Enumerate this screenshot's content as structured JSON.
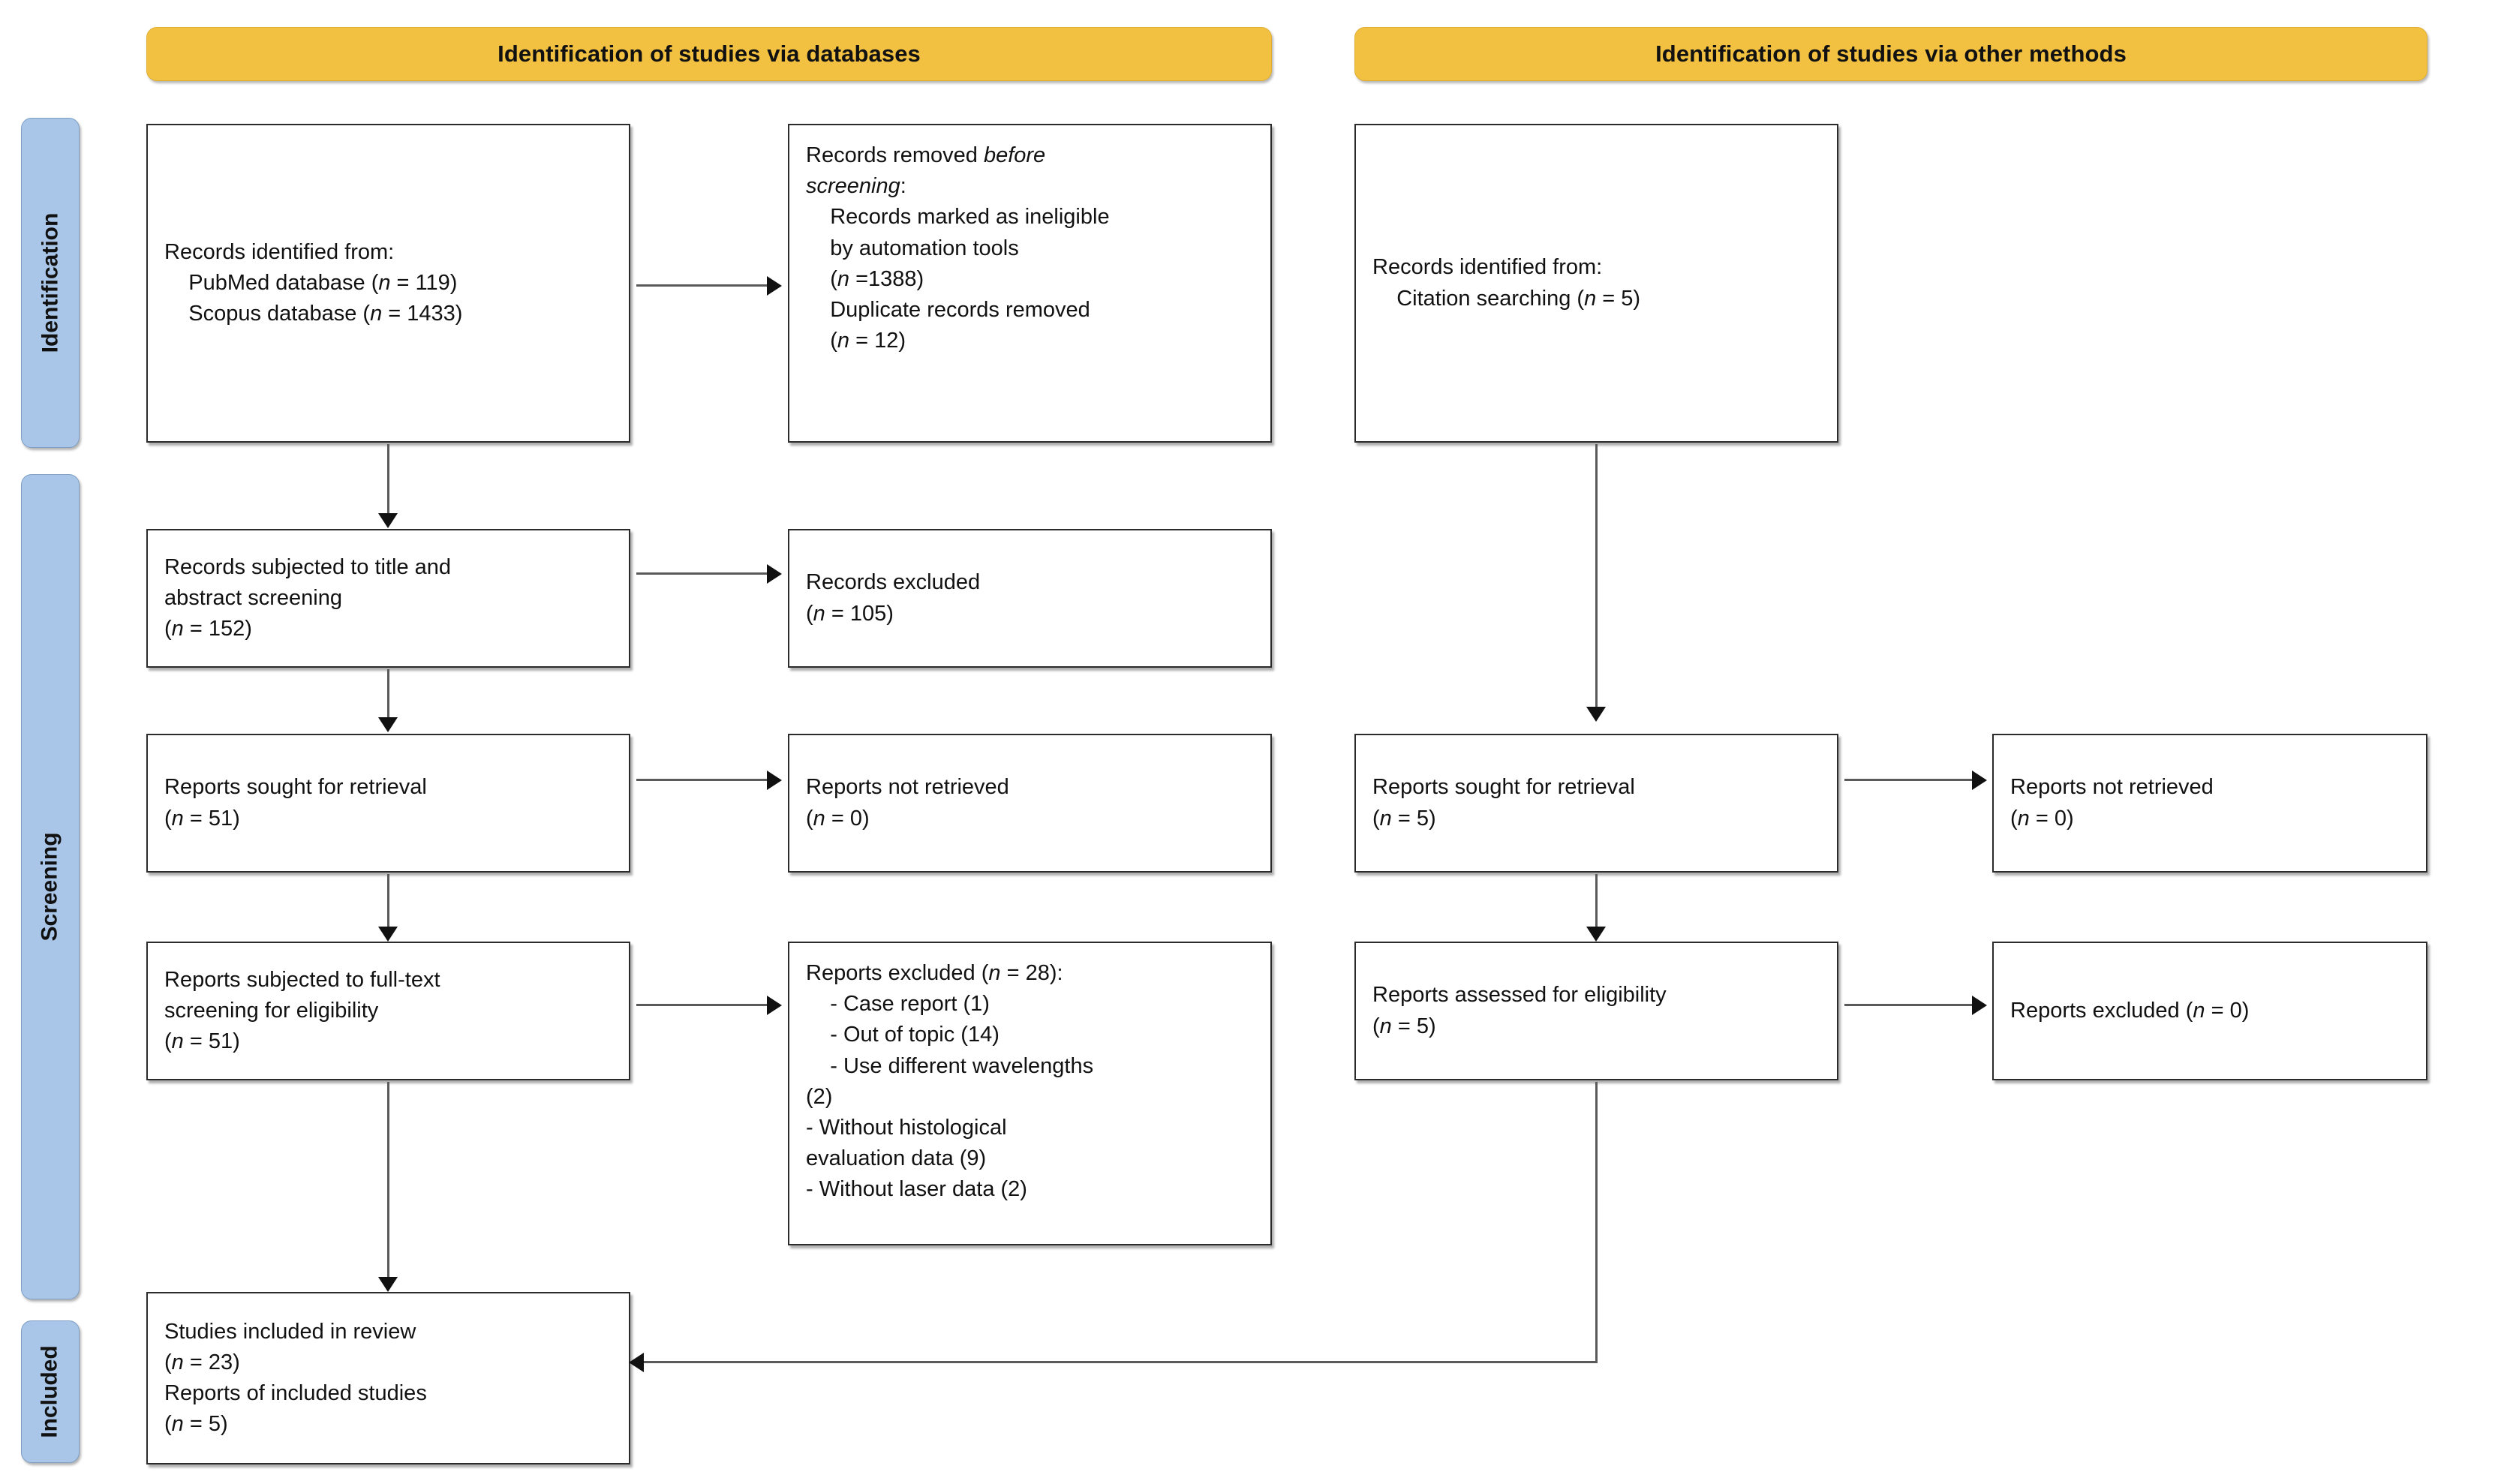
{
  "diagram": {
    "title": "PRISMA 2020 flow diagram",
    "colors": {
      "banner_fill": "#F2C141",
      "rail_fill": "#A9C6E8",
      "box_border": "#2B2B2B",
      "connector": "#5A5A5A",
      "text": "#111111"
    }
  },
  "banners": {
    "databases": "Identification of studies via databases",
    "other_methods": "Identification of studies via other methods"
  },
  "rails": {
    "identification": "Identification",
    "screening": "Screening",
    "included": "Included"
  },
  "boxes": {
    "records_identified_db": {
      "lines": [
        {
          "text": "Records identified from:",
          "indent": 0
        },
        {
          "text": "PubMed database (",
          "n": "n",
          "tail": " = 119)",
          "indent": 1
        },
        {
          "text": "Scopus database (",
          "n": "n",
          "tail": " = 1433)",
          "indent": 1
        }
      ]
    },
    "records_removed": {
      "lines": [
        {
          "text": "Records removed ",
          "italic_tail": "before",
          "indent": 0
        },
        {
          "italic_text": "screening",
          "tail": ":",
          "indent": 0
        },
        {
          "text": "Records marked as ineligible",
          "indent": 1
        },
        {
          "text": "by automation tools",
          "indent": 1
        },
        {
          "text": "(",
          "n": "n",
          "tail": " =1388)",
          "indent": 1
        },
        {
          "text": "Duplicate records removed",
          "indent": 1
        },
        {
          "text": "(",
          "n": "n",
          "tail": " = 12)",
          "indent": 1
        }
      ]
    },
    "title_abstract_screening": {
      "lines": [
        {
          "text": "Records subjected to title and",
          "indent": 0
        },
        {
          "text": "abstract screening",
          "indent": 0
        },
        {
          "text": "(",
          "n": "n",
          "tail": " = 152)",
          "indent": 0
        }
      ]
    },
    "records_excluded": {
      "lines": [
        {
          "text": "Records excluded",
          "indent": 0
        },
        {
          "text": "(",
          "n": "n",
          "tail": " = 105)",
          "indent": 0
        }
      ]
    },
    "reports_sought_db": {
      "lines": [
        {
          "text": "Reports sought for retrieval",
          "indent": 0
        },
        {
          "text": "(",
          "n": "n",
          "tail": " = 51)",
          "indent": 0
        }
      ]
    },
    "reports_not_retrieved_db": {
      "lines": [
        {
          "text": "Reports not retrieved",
          "indent": 0
        },
        {
          "text": "(",
          "n": "n",
          "tail": " = 0)",
          "indent": 0
        }
      ]
    },
    "fulltext_screening": {
      "lines": [
        {
          "text": "Reports subjected to full-text",
          "indent": 0
        },
        {
          "text": "screening for eligibility",
          "indent": 0
        },
        {
          "text": "(",
          "n": "n",
          "tail": " = 51)",
          "indent": 0
        }
      ]
    },
    "reports_excluded_db": {
      "header": {
        "text": "Reports excluded (",
        "n": "n",
        "tail": " = 28):"
      },
      "reasons": [
        "- Case report (1)",
        "- Out of topic (14)",
        "- Use different wavelengths",
        "(2)",
        "- Without histological",
        "evaluation data (9)",
        "- Without laser data (2)"
      ]
    },
    "studies_included": {
      "lines": [
        {
          "text": "Studies included in review",
          "indent": 0
        },
        {
          "text": "(",
          "n": "n",
          "tail": " = 23)",
          "indent": 0
        },
        {
          "text": "Reports of included studies",
          "indent": 0
        },
        {
          "text": "(",
          "n": "n",
          "tail": " = 5)",
          "indent": 0
        }
      ]
    },
    "records_identified_other": {
      "lines": [
        {
          "text": "Records identified from:",
          "indent": 0
        },
        {
          "text": "Citation searching (",
          "n": "n",
          "tail": " = 5)",
          "indent": 1
        }
      ]
    },
    "reports_sought_other": {
      "lines": [
        {
          "text": "Reports sought for retrieval",
          "indent": 0
        },
        {
          "text": "(",
          "n": "n",
          "tail": " = 5)",
          "indent": 0
        }
      ]
    },
    "reports_not_retrieved_other": {
      "lines": [
        {
          "text": "Reports not retrieved",
          "indent": 0
        },
        {
          "text": "(",
          "n": "n",
          "tail": " = 0)",
          "indent": 0
        }
      ]
    },
    "reports_assessed_other": {
      "lines": [
        {
          "text": "Reports assessed for eligibility",
          "indent": 0
        },
        {
          "text": "(",
          "n": "n",
          "tail": " = 5)",
          "indent": 0
        }
      ]
    },
    "reports_excluded_other": {
      "lines": [
        {
          "text": "Reports excluded (",
          "n": "n",
          "tail": " = 0)",
          "indent": 0
        }
      ]
    }
  }
}
